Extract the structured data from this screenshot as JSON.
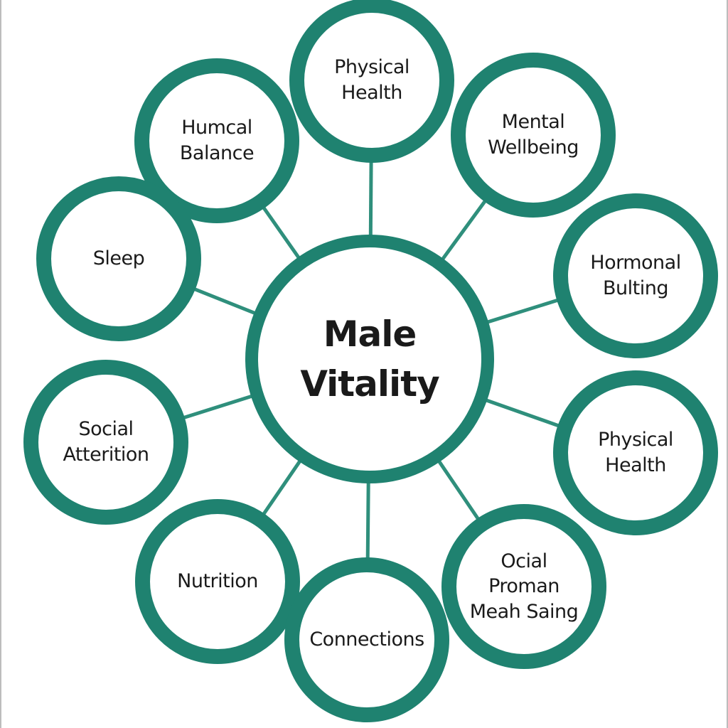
{
  "colors": {
    "ring": "#1f8270",
    "link": "#2f8f7c",
    "text": "#1a1a1a",
    "background": "#ffffff"
  },
  "hub": {
    "label": [
      "Male",
      "Vitality"
    ]
  },
  "satellites": [
    {
      "key": "physical-health-top",
      "label": [
        "Physical",
        "Health"
      ]
    },
    {
      "key": "humcal-balance",
      "label": [
        "Humcal",
        "Balance"
      ]
    },
    {
      "key": "mental-wellbeing",
      "label": [
        "Mental",
        "Wellbeing"
      ]
    },
    {
      "key": "sleep",
      "label": [
        "Sleep"
      ]
    },
    {
      "key": "hormonal-bulting",
      "label": [
        "Hormonal",
        "Bulting"
      ]
    },
    {
      "key": "social-atterition",
      "label": [
        "Social",
        "Atterition"
      ]
    },
    {
      "key": "physical-health-right",
      "label": [
        "Physical",
        "Health"
      ]
    },
    {
      "key": "nutrition",
      "label": [
        "Nutrition"
      ]
    },
    {
      "key": "ocial-proman",
      "label": [
        "Ocial",
        "Proman",
        "Meah Saing"
      ]
    },
    {
      "key": "connections",
      "label": [
        "Connections"
      ]
    }
  ]
}
